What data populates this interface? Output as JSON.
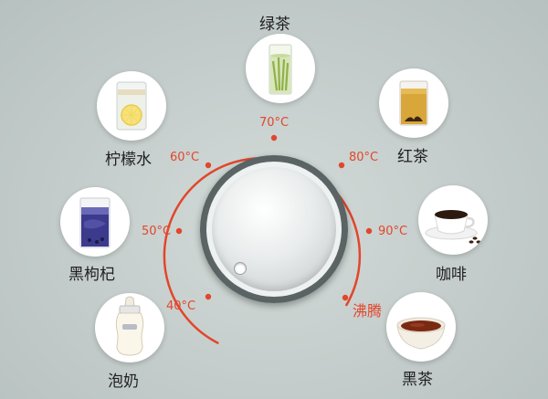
{
  "drinks": {
    "green_tea": {
      "label": "绿茶"
    },
    "lemon_water": {
      "label": "柠檬水"
    },
    "black_tea": {
      "label": "红茶"
    },
    "goji": {
      "label": "黑枸杞"
    },
    "coffee": {
      "label": "咖啡"
    },
    "baby_milk": {
      "label": "泡奶"
    },
    "dark_tea": {
      "label": "黑茶"
    }
  },
  "temperatures": {
    "t40": "40°C",
    "t50": "50°C",
    "t60": "60°C",
    "t70": "70°C",
    "t80": "80°C",
    "t90": "90°C",
    "boil": "沸腾"
  },
  "colors": {
    "accent": "#e2462c",
    "background": "#c6cfcd",
    "knob_rim": "#5e6767"
  }
}
